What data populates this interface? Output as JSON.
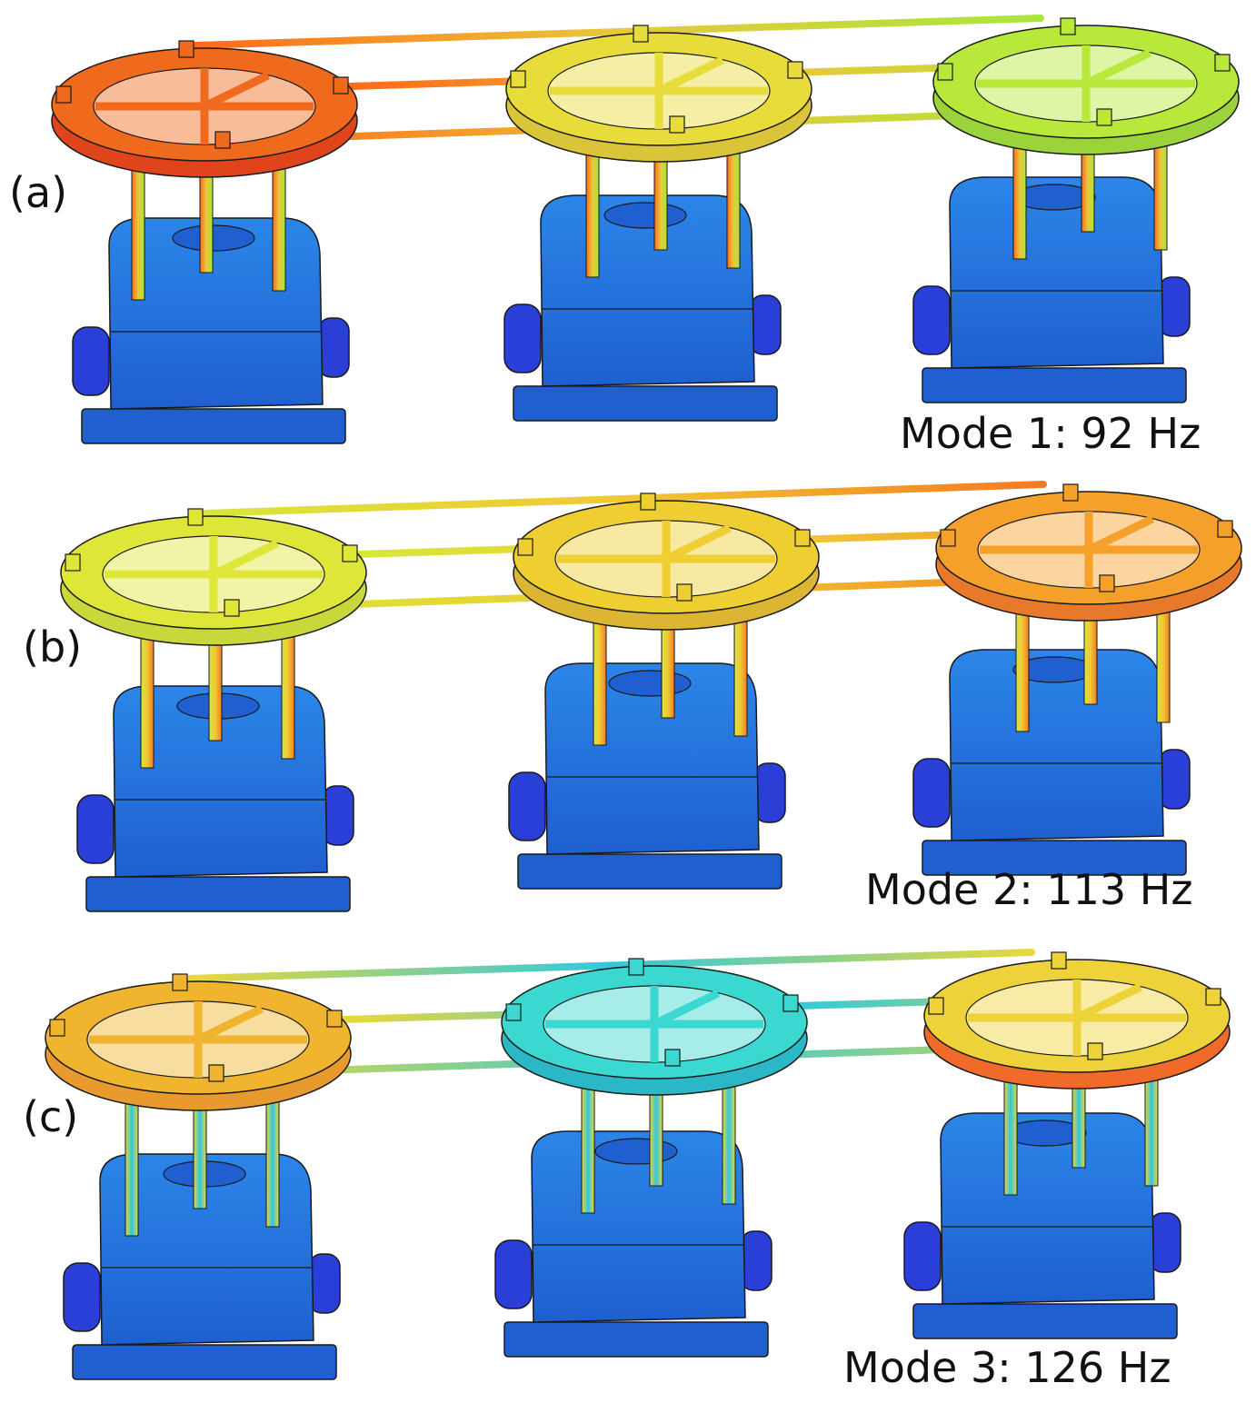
{
  "panels": [
    {
      "label": "(a)",
      "caption": "Mode 1: 92 Hz",
      "units": [
        {
          "ring_color": "#f06a1e",
          "ring_shade": "#e0441a"
        },
        {
          "ring_color": "#e8dc3a",
          "ring_shade": "#d9c43a"
        },
        {
          "ring_color": "#b8e83a",
          "ring_shade": "#9ad43a"
        }
      ],
      "rod_gradient": [
        "#ff6a1a",
        "#e8c83a",
        "#a8e83a"
      ]
    },
    {
      "label": "(b)",
      "caption": "Mode 2: 113 Hz",
      "units": [
        {
          "ring_color": "#dfe63a",
          "ring_shade": "#c8d83a"
        },
        {
          "ring_color": "#efce32",
          "ring_shade": "#dcb532"
        },
        {
          "ring_color": "#f5a02a",
          "ring_shade": "#e8782a"
        }
      ],
      "rod_gradient": [
        "#d8e63a",
        "#f0c834",
        "#f47a22"
      ]
    },
    {
      "label": "(c)",
      "caption": "Mode 3: 126 Hz",
      "units": [
        {
          "ring_color": "#f0b42e",
          "ring_shade": "#e89a2e"
        },
        {
          "ring_color": "#3ad8d0",
          "ring_shade": "#2ab8c8"
        },
        {
          "ring_color": "#eed23a",
          "ring_shade": "#f06a2a"
        }
      ],
      "rod_gradient": [
        "#e8d83a",
        "#30c8e0",
        "#e8d83a"
      ]
    }
  ],
  "colors": {
    "body_blue": "#2b86e8",
    "body_dark": "#1f5fd0",
    "wheel": "#2a3ed8",
    "outline": "#1a1a1a"
  }
}
